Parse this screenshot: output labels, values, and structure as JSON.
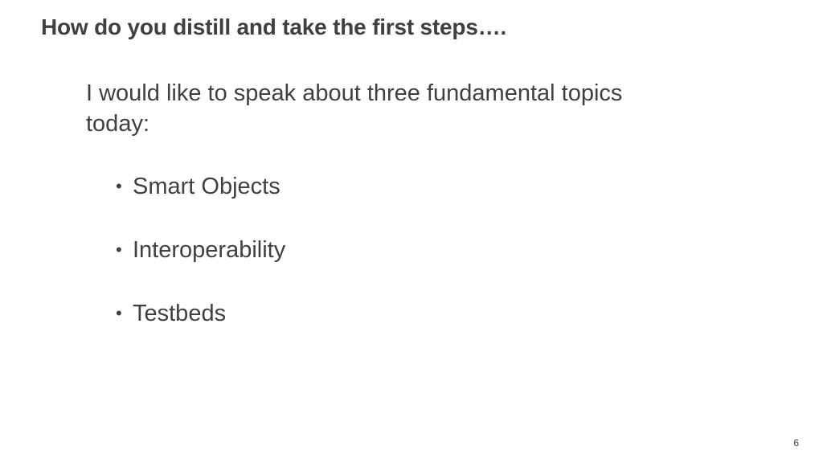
{
  "slide": {
    "title": "How do you distill and take the first steps….",
    "intro": "I would like to speak about three fundamental topics today:",
    "topics": [
      {
        "bullet": "•",
        "label": "Smart Objects"
      },
      {
        "bullet": "•",
        "label": "Interoperability"
      },
      {
        "bullet": "•",
        "label": "Testbeds"
      }
    ],
    "page_number": "6"
  }
}
